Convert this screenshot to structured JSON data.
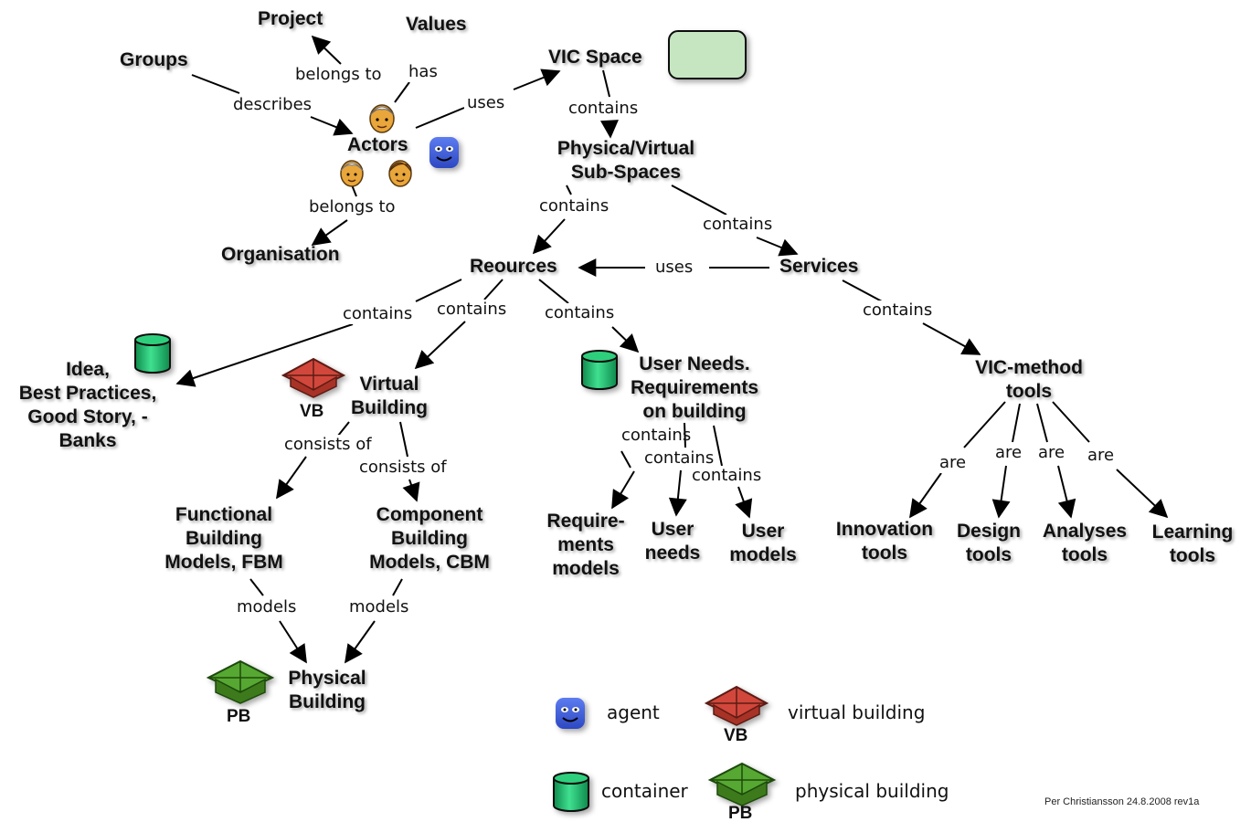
{
  "nodes": {
    "project": "Project",
    "values": "Values",
    "groups": "Groups",
    "vic_space": "VIC Space",
    "actors": "Actors",
    "organisation": "Organisation",
    "sub_spaces": [
      "Physica/Virtual",
      "Sub-Spaces"
    ],
    "resources": "Reources",
    "services": "Services",
    "idea_banks": [
      "Idea,",
      "Best Practices,",
      "Good Story, -",
      "Banks"
    ],
    "virtual_building": [
      "Virtual",
      "Building"
    ],
    "user_needs_req": [
      "User Needs.",
      "Requirements",
      "on building"
    ],
    "vic_method_tools": [
      "VIC-method",
      "tools"
    ],
    "fbm": [
      "Functional",
      "Building",
      "Models, FBM"
    ],
    "cbm": [
      "Component",
      "Building",
      "Models, CBM"
    ],
    "requirements_models": [
      "Require-",
      "ments",
      "models"
    ],
    "user_needs": [
      "User",
      "needs"
    ],
    "user_models": [
      "User",
      "models"
    ],
    "innovation_tools": [
      "Innovation",
      "tools"
    ],
    "design_tools": [
      "Design",
      "tools"
    ],
    "analyses_tools": [
      "Analyses",
      "tools"
    ],
    "learning_tools": [
      "Learning",
      "tools"
    ],
    "physical_building": [
      "Physical",
      "Building"
    ]
  },
  "links": {
    "belongs_to_project": "belongs to",
    "has_values": "has",
    "describes": "describes",
    "uses_space": "uses",
    "contains_subspaces": "contains",
    "belongs_to_org": "belongs to",
    "contains_resources": "contains",
    "contains_services": "contains",
    "uses_resources": "uses",
    "contains_idea": "contains",
    "contains_vb": "contains",
    "contains_user_needs": "contains",
    "contains_vic_tools": "contains",
    "consists_fbm": "consists of",
    "consists_cbm": "consists of",
    "contains_req": "contains",
    "contains_un": "contains",
    "contains_um": "contains",
    "are_innovation": "are",
    "are_design": "are",
    "are_analyses": "are",
    "are_learning": "are",
    "models_fbm": "models",
    "models_cbm": "models"
  },
  "icons": {
    "vb_tag": "VB",
    "pb_tag": "PB"
  },
  "legend": {
    "agent": "agent",
    "virtual_building": "virtual building",
    "container": "container",
    "physical_building": "physical building"
  },
  "credit": "Per Christiansson 24.8.2008   rev1a",
  "colors": {
    "agent_blue": "#3a5bd6",
    "container_green": "#1fb86a",
    "virtual_red": "#c0392b",
    "physical_green": "#3e7a1e",
    "vic_space_fill": "#c6e6c2"
  }
}
